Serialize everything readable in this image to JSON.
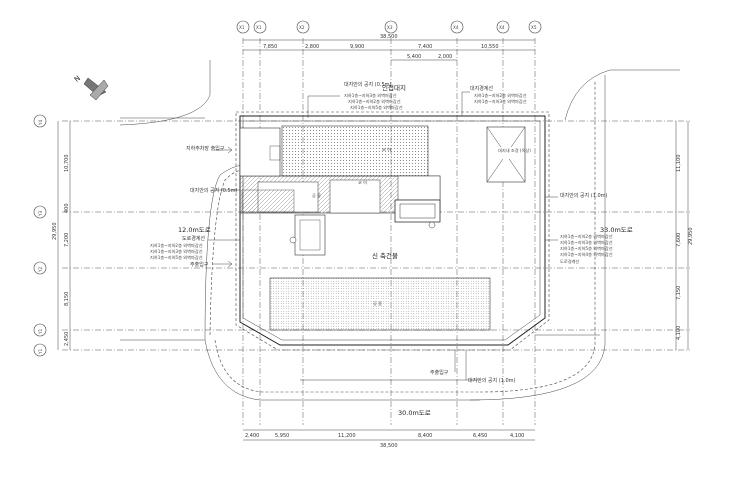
{
  "grid": {
    "x_labels": [
      "X1",
      "X1",
      "X2",
      "X3",
      "X4",
      "X4",
      "X5"
    ],
    "y_labels": [
      "Y4",
      "Y3",
      "Y2",
      "Y1",
      "Y1"
    ]
  },
  "dimensions": {
    "top_total": "38,500",
    "top_segments": [
      "7,850",
      "2,800",
      "9,900",
      "7,400",
      "10,550"
    ],
    "top_sub": [
      "5,400",
      "2,000"
    ],
    "bottom_total": "38,500",
    "bottom_segments": [
      "2,400",
      "5,950",
      "11,200",
      "8,400",
      "6,450",
      "4,100"
    ],
    "left_total": "29,950",
    "left_segments": [
      "10,700",
      "400",
      "7,200",
      "8,150",
      "2,450"
    ],
    "right_total": "29,950",
    "right_segments": [
      "11,100",
      "7,600",
      "7,150",
      "4,100"
    ]
  },
  "labels": {
    "adjacent_land": "인접대지",
    "existing_building": "신 축건물",
    "road_right": "33.0m도로",
    "road_left": "12.0m도로",
    "road_bottom": "30.0m도로",
    "parking_entrance": "지하주차장 출입구",
    "entrance_left": "주출입구",
    "entrance_bottom": "주출입구",
    "open_space_left": "대지안의 공지 (0.5m)",
    "open_space_top": "대지안의 공지 (0.5m)",
    "open_space_right": "대지안의 공지 (1.0m)",
    "open_space_bottom": "대지안의 공지 (1.0m)",
    "core": "코 어",
    "core_label": "코 어",
    "void": "공 용",
    "boundary_top": "대지경계선",
    "boundary_left": "도로경계선",
    "boundary_right": "도로경계선",
    "elevator_box": "대지내 조경 (옥상)",
    "setback_lines_top": [
      "지하1층~지하3층 외벽마감선",
      "지하1층~지하2층 외벽마감선",
      "지하1층~지하5층 외벽마감선"
    ],
    "setback_lines_top2": [
      "지하1층~지하2층 외벽마감선",
      "지하1층~지하3층 외벽마감선"
    ],
    "setback_lines_left": [
      "지하1층~지하2층 외벽마감선",
      "지하1층~지하3층 외벽마감선",
      "지하1층~지하5층 외벽마감선"
    ],
    "setback_lines_right": [
      "지하1층~지하2층 외벽마감선",
      "지하1층~지하3층 외벽마감선",
      "지하1층~지하5층 외벽마감선",
      "지하1층~지하4층 외벽마감선"
    ],
    "north": "N"
  }
}
